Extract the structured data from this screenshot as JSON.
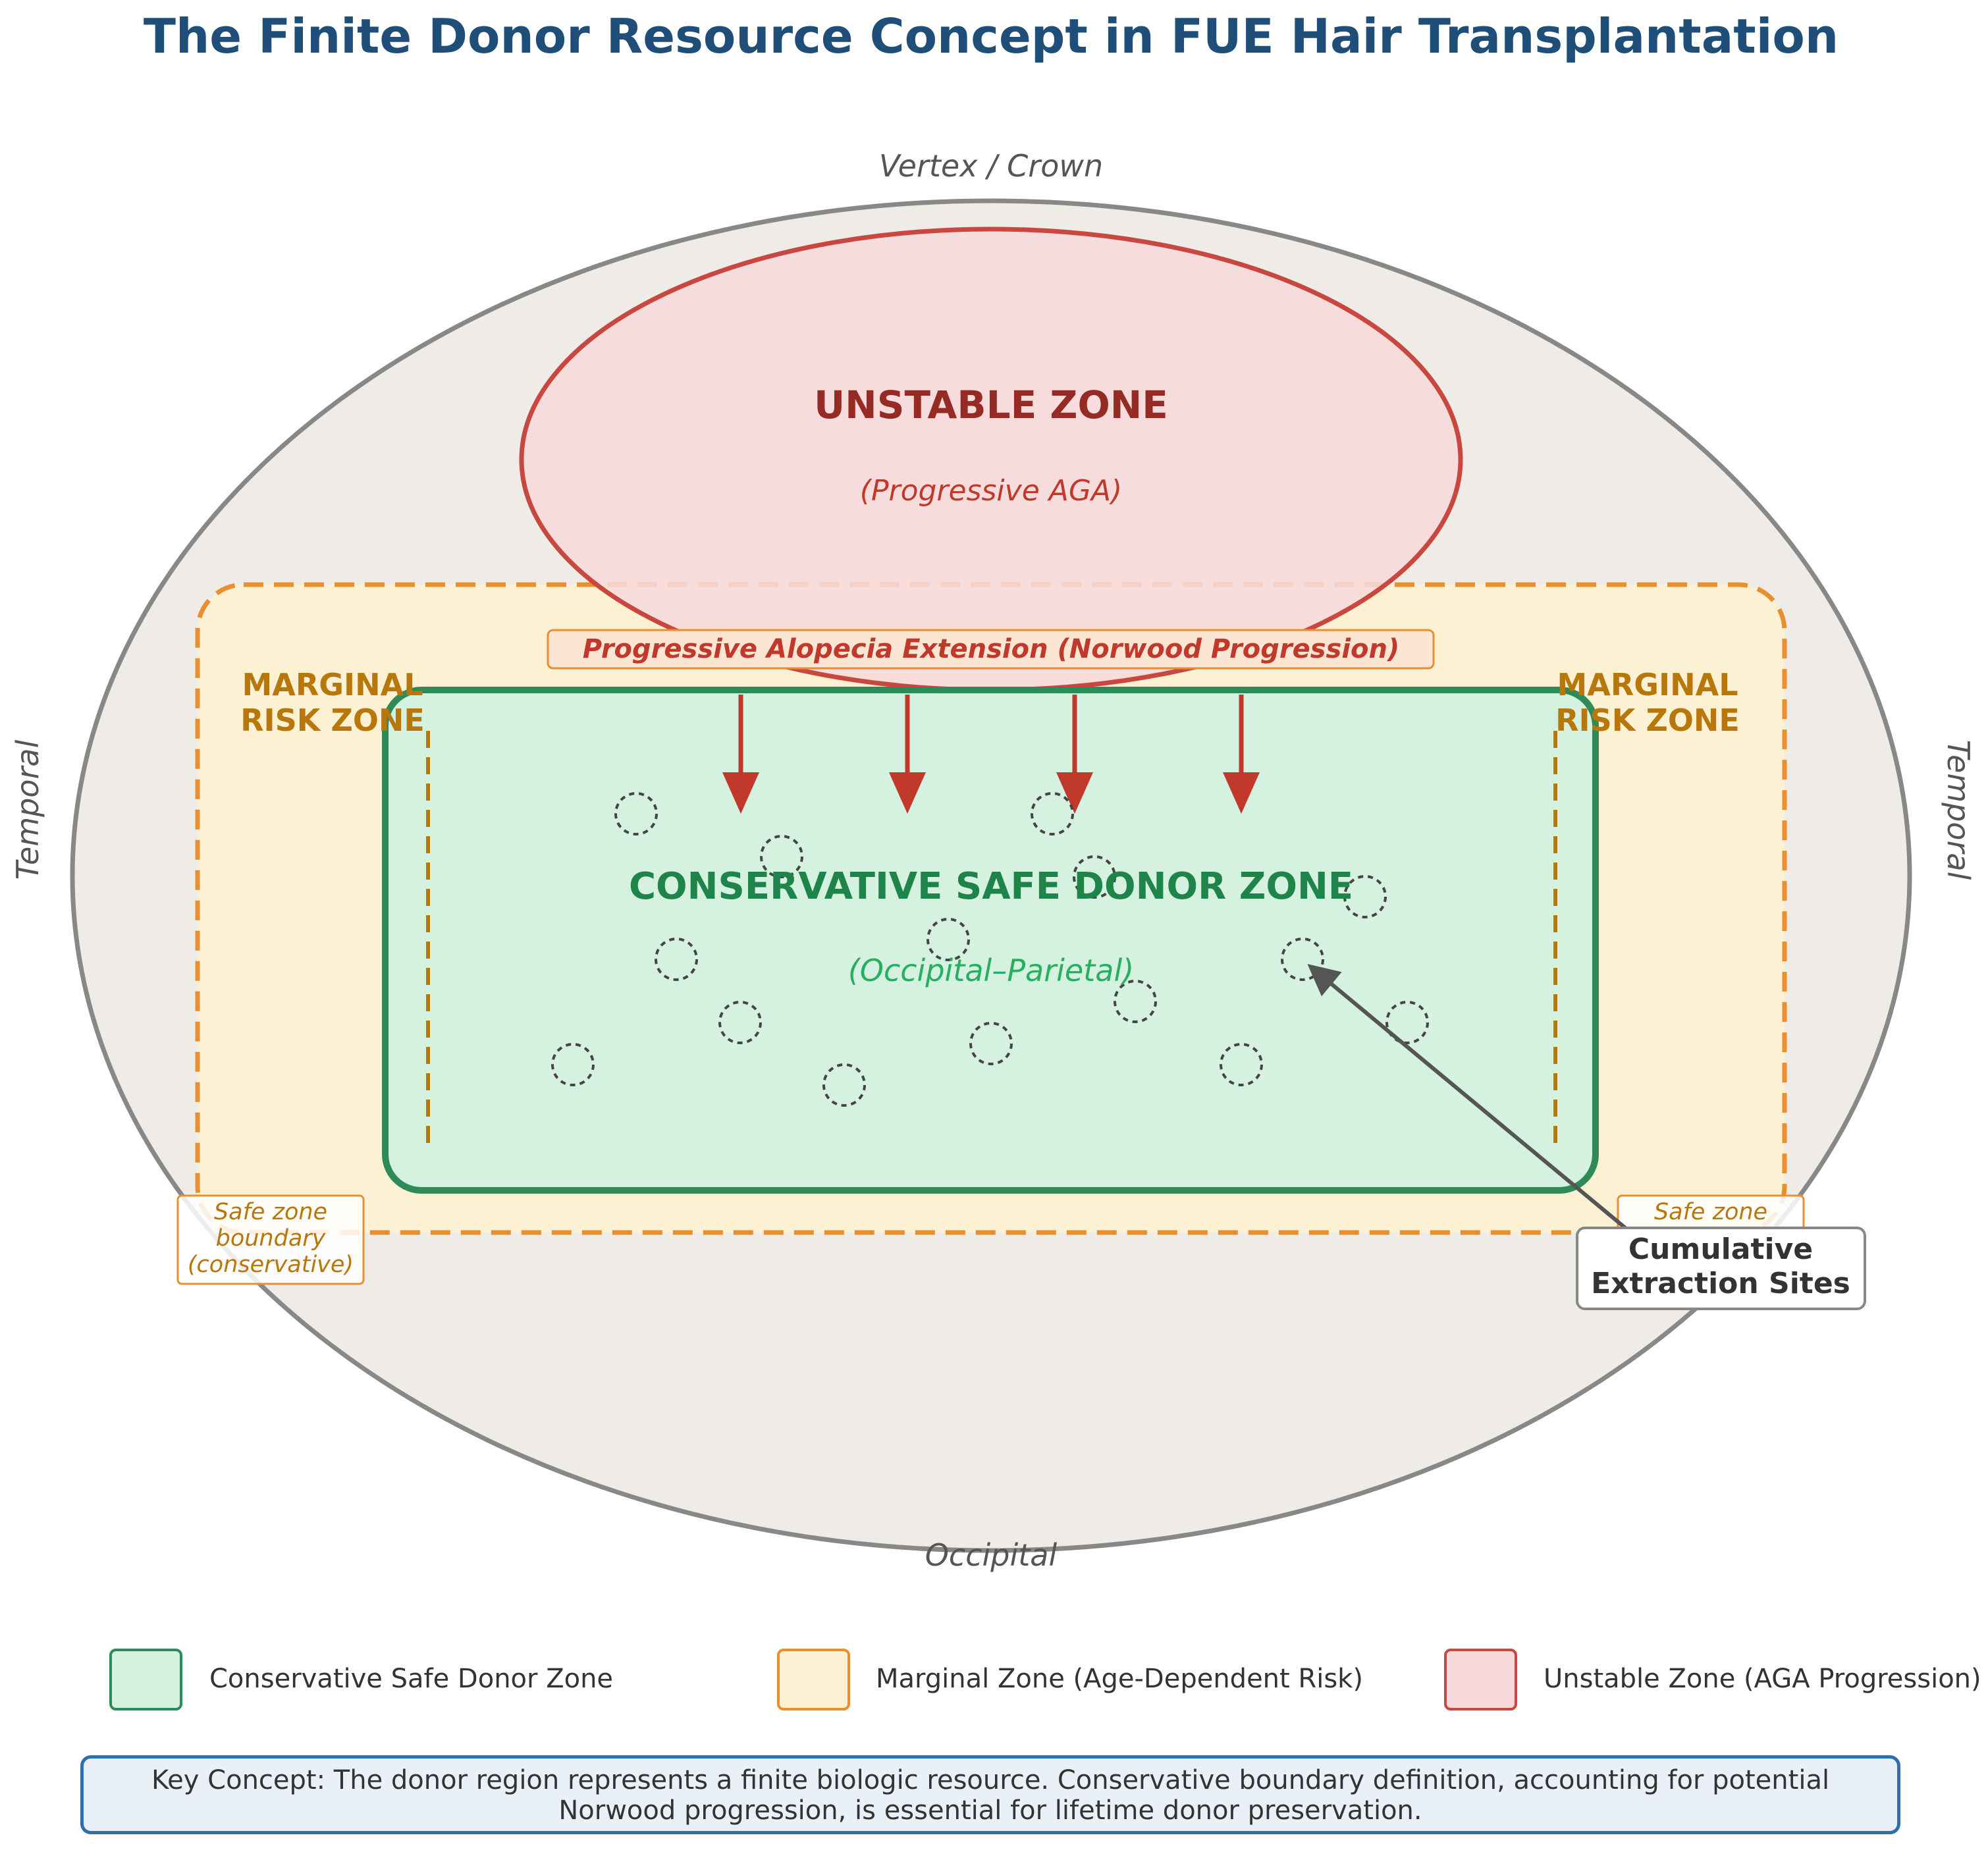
{
  "title": "The Finite Donor Resource Concept in FUE Hair Transplantation",
  "orientation": {
    "top": "Vertex / Crown",
    "bottom": "Occipital",
    "left": "Temporal",
    "right": "Temporal"
  },
  "unstable_zone": {
    "title": "UNSTABLE ZONE",
    "subtitle": "(Progressive AGA)"
  },
  "progression_label": "Progressive Alopecia Extension (Norwood Progression)",
  "marginal_left": {
    "line1": "MARGINAL",
    "line2": "RISK ZONE"
  },
  "marginal_right": {
    "line1": "MARGINAL",
    "line2": "RISK ZONE"
  },
  "safe_zone": {
    "title": "CONSERVATIVE SAFE DONOR ZONE",
    "subtitle": "(Occipital–Parietal)"
  },
  "boundary_note_left": {
    "line1": "Safe zone",
    "line2": "boundary",
    "line3": "(conservative)"
  },
  "boundary_note_right": {
    "line1": "Safe zone"
  },
  "extraction_callout": {
    "line1": "Cumulative",
    "line2": "Extraction Sites"
  },
  "legend": [
    {
      "label": "Conservative Safe Donor Zone",
      "fill": "#d5f2e0",
      "stroke": "#2e8b57"
    },
    {
      "label": "Marginal Zone (Age-Dependent Risk)",
      "fill": "#fcf1d2",
      "stroke": "#e8902f"
    },
    {
      "label": "Unstable Zone (AGA Progression)",
      "fill": "#f7d9db",
      "stroke": "#c8483f"
    }
  ],
  "key_concept": {
    "line1": "Key Concept: The donor region represents a finite biologic resource. Conservative boundary definition, accounting for potential",
    "line2": "Norwood progression, is essential for lifetime donor preservation."
  },
  "colors": {
    "title": "#1f4e79",
    "scalp_fill": "#efece7",
    "scalp_stroke": "#888888",
    "unstable_text": "#962a24",
    "unstable_subtext": "#c0392b",
    "marginal_text": "#b8770b",
    "safe_text": "#1e8449",
    "safe_subtext": "#27ae60",
    "arrow": "#c0392b"
  }
}
